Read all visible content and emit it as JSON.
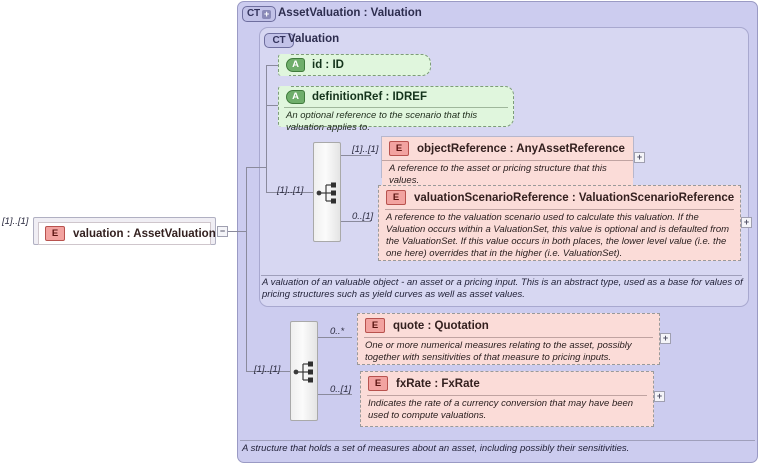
{
  "diagram": {
    "kind": "xsd-schema-diagram",
    "root_element": {
      "icon": "element-icon",
      "label": "valuation : AssetValuation",
      "cardinality": "[1]..[1]",
      "collapse_glyph": "−"
    },
    "complex_type_panel": {
      "badge": "CT",
      "badge_plus": "+",
      "title": "AssetValuation : Valuation",
      "footer_desc": "A structure that holds a set of measures about an asset, including possibly their sensitivities."
    },
    "base_type_panel": {
      "badge": "CT",
      "title": "Valuation",
      "footer_desc": "A valuation of an valuable object - an asset or a pricing input. This is an abstract type, used as a base for values of pricing structures such as yield curves as well as asset values."
    },
    "attributes": [
      {
        "icon": "attribute-icon",
        "icon_label": "A",
        "name": "id",
        "type": ": ID",
        "label": "id           : ID",
        "description": ""
      },
      {
        "icon": "attribute-icon",
        "icon_label": "A",
        "name": "definitionRef",
        "type": ": IDREF",
        "label": "definitionRef : IDREF",
        "description": "An optional reference to the scenario that this valuation applies to."
      }
    ],
    "compositors": [
      {
        "name": "sequence-compositor-base",
        "type": "sequence",
        "cardinality": "[1]..[1]"
      },
      {
        "name": "sequence-compositor-derived",
        "type": "sequence",
        "cardinality": "[1]..[1]"
      }
    ],
    "base_elements": [
      {
        "icon_label": "E",
        "name": "objectReference",
        "type": ": AnyAssetReference",
        "label": "objectReference  : AnyAssetReference",
        "cardinality": "[1]..[1]",
        "description": "A reference to the asset or pricing structure that this values.",
        "expand": "+"
      },
      {
        "icon_label": "E",
        "name": "valuationScenarioReference",
        "type": ": ValuationScenarioReference",
        "label": "valuationScenarioReference  : ValuationScenarioReference",
        "cardinality": "0..[1]",
        "description": "A reference to the valuation scenario used to calculate this valuation. If the Valuation occurs within a ValuationSet, this value is optional and is defaulted from the ValuationSet. If this value occurs in both places, the lower level value (i.e. the one here) overrides that in the higher (i.e. ValuationSet).",
        "expand": "+"
      }
    ],
    "derived_elements": [
      {
        "icon_label": "E",
        "name": "quote",
        "type": ": Quotation",
        "label": "quote      : Quotation",
        "cardinality": "0..*",
        "description": "One or more numerical measures relating to the asset, possibly together with sensitivities of that measure to pricing inputs.",
        "expand": "+"
      },
      {
        "icon_label": "E",
        "name": "fxRate",
        "type": ": FxRate",
        "label": "fxRate     : FxRate",
        "cardinality": "0..[1]",
        "description": "Indicates the rate of a currency conversion that may have been used to compute valuations.",
        "expand": "+"
      }
    ],
    "colors": {
      "outer_panel": "#ccccef",
      "inner_panel": "#d7d7f2",
      "attribute_fill": "#e0f6dd",
      "attribute_icon": "#6fae6b",
      "element_fill": "#fbdcd8",
      "element_icon": "#f2a3a0",
      "connector": "#8a8a9c"
    }
  }
}
